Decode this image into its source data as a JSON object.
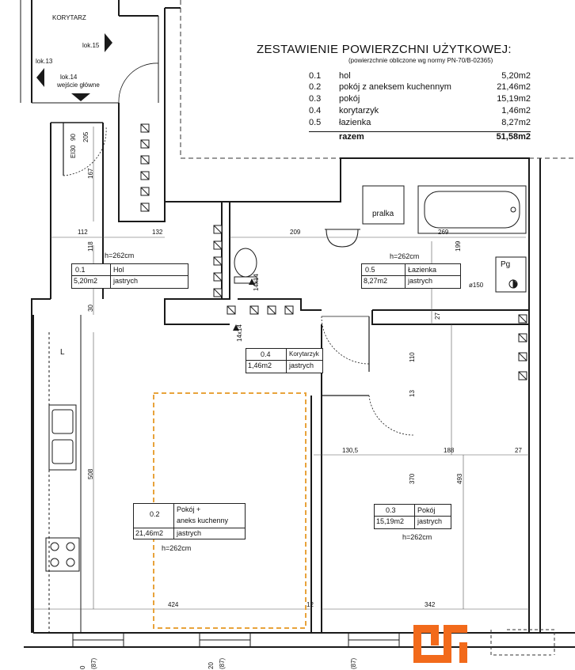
{
  "corridor": {
    "label": "KORYTARZ",
    "lok15": "lok.15",
    "lok13": "lok.13",
    "lok14": "lok.14",
    "main_entrance": "wejście główne",
    "door_ei30": "EI30",
    "door_90": "90",
    "door_205": "205"
  },
  "summary": {
    "title": "ZESTAWIENIE POWIERZCHNI UŻYTKOWEJ:",
    "subtitle": "(powierzchnie obliczone wg normy PN-70/B-02365)",
    "rows": [
      {
        "no": "0.1",
        "name": "hol",
        "area": "5,20m2"
      },
      {
        "no": "0.2",
        "name": "pokój z aneksem kuchennym",
        "area": "21,46m2"
      },
      {
        "no": "0.3",
        "name": "pokój",
        "area": "15,19m2"
      },
      {
        "no": "0.4",
        "name": "korytarzyk",
        "area": "1,46m2"
      },
      {
        "no": "0.5",
        "name": "łazienka",
        "area": "8,27m2"
      }
    ],
    "total_label": "razem",
    "total_area": "51,58m2"
  },
  "rooms": {
    "hol": {
      "no": "0.1",
      "name": "Hol",
      "area": "5,20m2",
      "floor": "jastrych",
      "height": "h=262cm"
    },
    "lazienka": {
      "no": "0.5",
      "name": "Łazienka",
      "area": "8,27m2",
      "floor": "jastrych",
      "height": "h=262cm"
    },
    "korytarzyk": {
      "no": "0.4",
      "name": "Korytarzyk",
      "area": "1,46m2",
      "floor": "jastrych"
    },
    "pokoj_aneks": {
      "no": "0.2",
      "name1": "Pokój +",
      "name2": "aneks kuchenny",
      "area": "21,46m2",
      "floor": "jastrych",
      "height": "h=262cm"
    },
    "pokoj": {
      "no": "0.3",
      "name": "Pokój",
      "area": "15,19m2",
      "floor": "jastrych",
      "height": "h=262cm"
    }
  },
  "fixtures": {
    "washer": "pralka",
    "gas_label": "Pg",
    "gas_pipe": "ø150",
    "duct_14x14_a": "14x14",
    "duct_14x14_b": "14x14",
    "kitchen_L": "L"
  },
  "dimensions": {
    "d112": "112",
    "d132": "132",
    "d209": "209",
    "d269": "269",
    "d199": "199",
    "d118": "118",
    "d30": "30",
    "d167": "167",
    "d508": "508",
    "d424": "424",
    "d342": "342",
    "d130_5": "130,5",
    "d188": "188",
    "d27a": "27",
    "d27b": "27",
    "d110": "110",
    "d370": "370",
    "d493": "493",
    "d13": "13",
    "d12": "12",
    "b0": "0",
    "b87a": "(87)",
    "b20": "20",
    "b87b": "(87)",
    "b87c": "(87)"
  },
  "colors": {
    "wall": "#1a1a1a",
    "hatch_orange": "#e8a33b",
    "logo_orange": "#f26a1b"
  }
}
